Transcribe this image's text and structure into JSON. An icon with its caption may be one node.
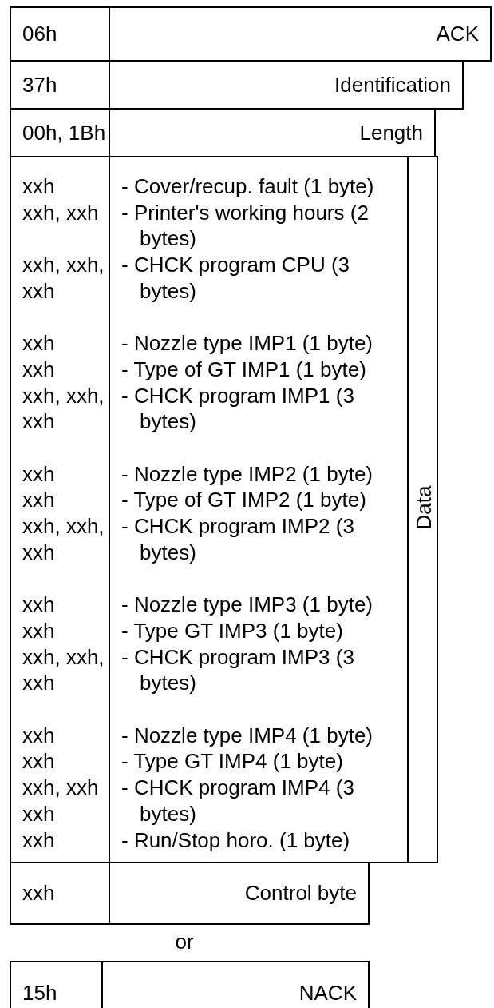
{
  "diagram": {
    "nodes": [
      {
        "text": [
          "06h",
          "ACK"
        ]
      },
      {
        "text": [
          "37h",
          "Identification"
        ]
      },
      {
        "text": [
          "00h, 1Bh",
          "Length"
        ]
      },
      {
        "text": [
          "Data"
        ]
      },
      {
        "text": [
          "xxh",
          "Control byte"
        ]
      },
      {
        "text": [
          "15h",
          "NACK"
        ]
      }
    ],
    "edges": [],
    "labels": [
      "xxh",
      "- Cover/recup. fault (1 byte)",
      "xxh, xxh",
      "- Printer's working hours (2 bytes)",
      "xxh, xxh, xxh",
      "- CHCK program CPU (3 bytes)",
      "xxh",
      "- Nozzle type IMP1 (1 byte)",
      "xxh",
      "- Type of GT IMP1 (1 byte)",
      "xxh, xxh, xxh",
      "- CHCK program IMP1 (3 bytes)",
      "xxh",
      "- Nozzle type IMP2 (1 byte)",
      "xxh",
      "- Type of GT IMP2 (1 byte)",
      "xxh, xxh, xxh",
      "- CHCK program IMP2 (3 bytes)",
      "xxh",
      "- Nozzle type IMP3 (1 byte)",
      "xxh",
      "- Type GT IMP3 (1 byte)",
      "xxh, xxh, xxh",
      "- CHCK program IMP3 (3 bytes)",
      "xxh",
      "- Nozzle type IMP4 (1 byte)",
      "xxh",
      "- Type GT IMP4 (1 byte)",
      "xxh, xxh xxh",
      "- CHCK program IMP4 (3 bytes)",
      "xxh",
      "- Run/Stop horo. (1 byte)",
      "or"
    ]
  }
}
